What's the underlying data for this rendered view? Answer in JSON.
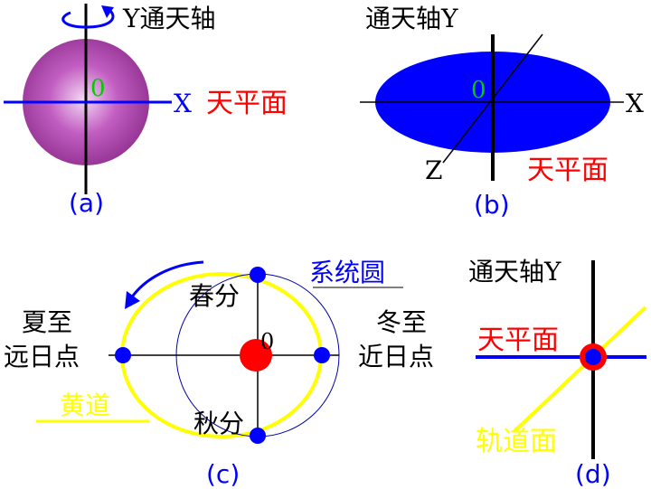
{
  "panel_a": {
    "axis_label": "Y通天轴",
    "origin": "0",
    "x_label": "X",
    "plane_label": "天平面",
    "caption": "(a)"
  },
  "panel_b": {
    "axis_label": "通天轴Y",
    "origin": "0",
    "x_label": "X",
    "z_label": "Z",
    "plane_label": "天平面",
    "caption": "(b)"
  },
  "panel_c": {
    "system_circle": "系统圆",
    "spring": "春分",
    "autumn": "秋分",
    "summer_1": "夏至",
    "summer_2": "远日点",
    "winter_1": "冬至",
    "winter_2": "近日点",
    "ecliptic": "黄道",
    "origin": "0",
    "caption": "(c)"
  },
  "panel_d": {
    "axis_label": "通天轴Y",
    "plane_label": "天平面",
    "orbit_label": "轨道面",
    "caption": "(d)"
  },
  "colors": {
    "axis": "#000000",
    "blue": "#0000ff",
    "red": "#ff0000",
    "yellow": "#ffff00",
    "green": "#00cc00",
    "sphere": "#b040b0"
  }
}
